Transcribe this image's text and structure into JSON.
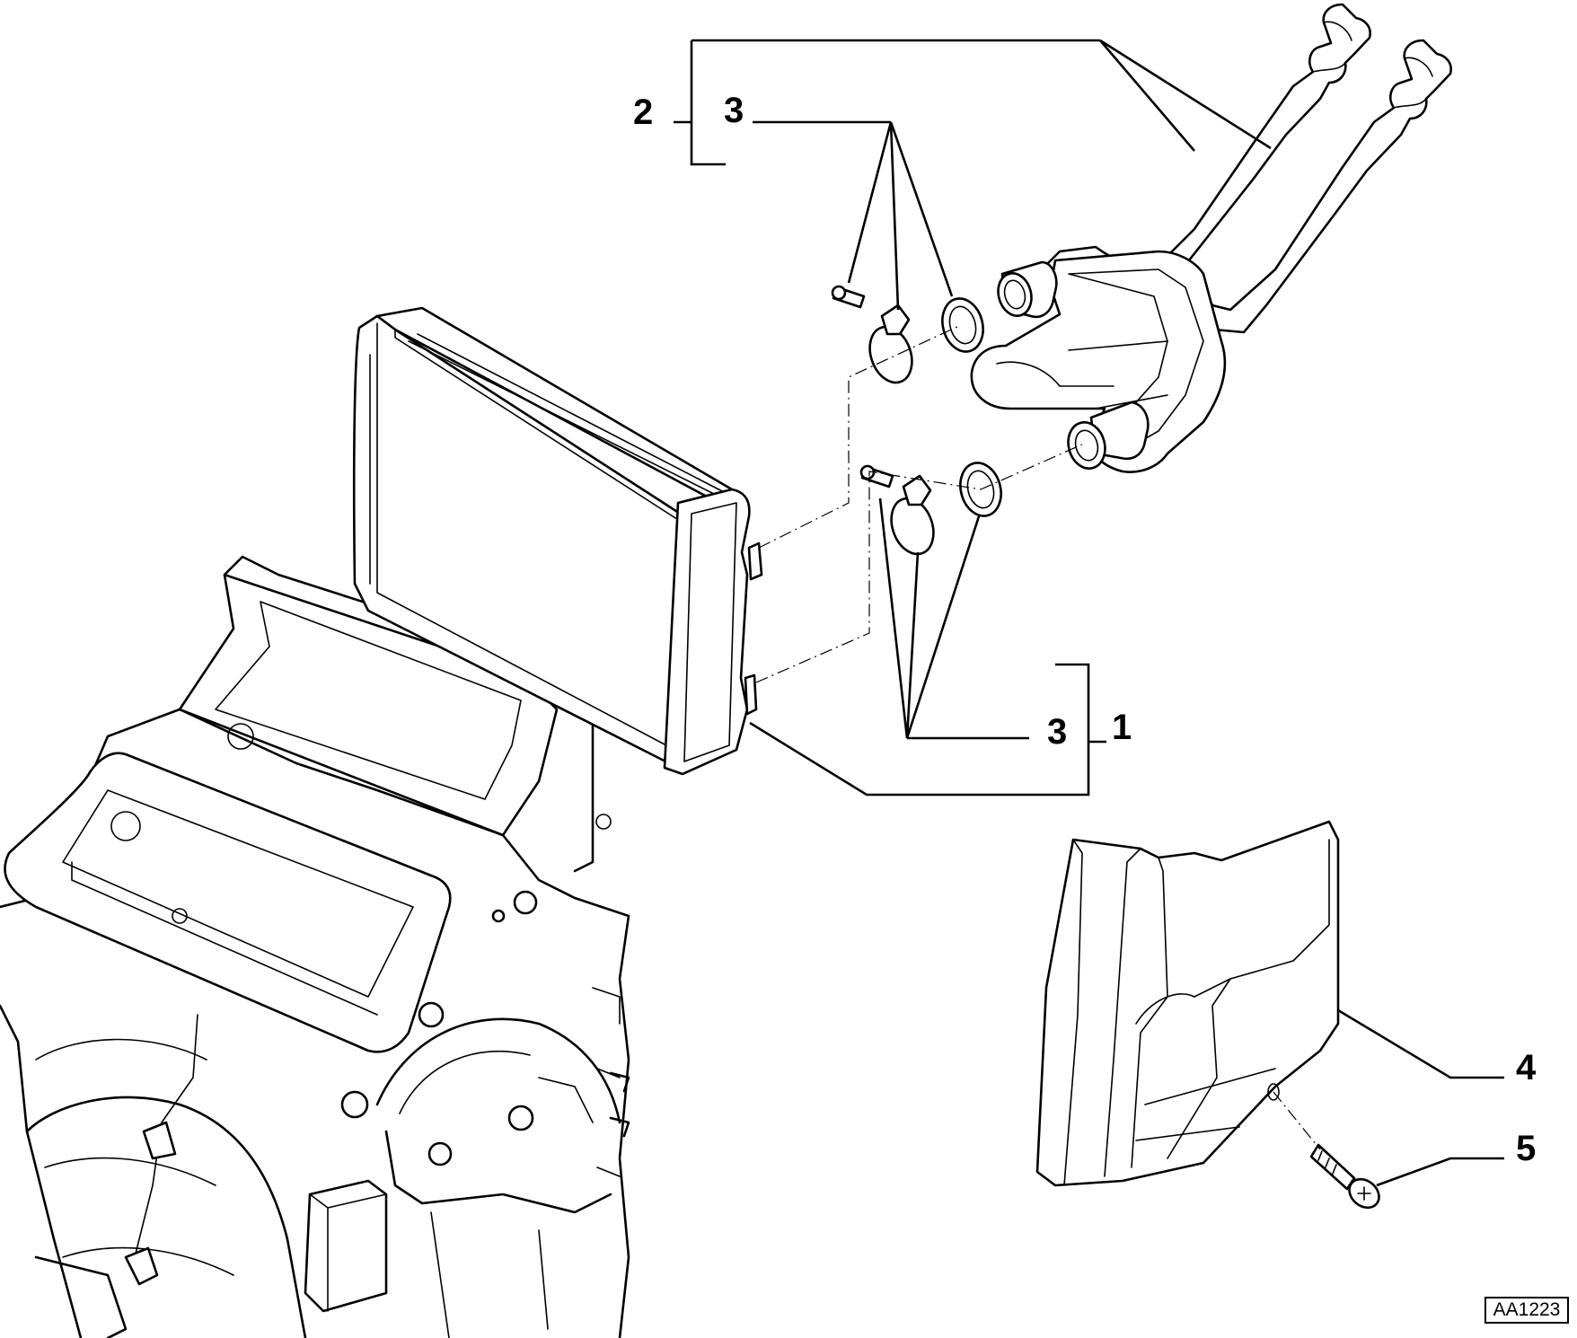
{
  "drawing": {
    "reference_code": "AA1223"
  },
  "callouts": [
    {
      "id": "c2",
      "label": "2"
    },
    {
      "id": "c3-top",
      "label": "3"
    },
    {
      "id": "c3-bottom",
      "label": "3"
    },
    {
      "id": "c1",
      "label": "1"
    },
    {
      "id": "c4",
      "label": "4"
    },
    {
      "id": "c5",
      "label": "5"
    }
  ]
}
